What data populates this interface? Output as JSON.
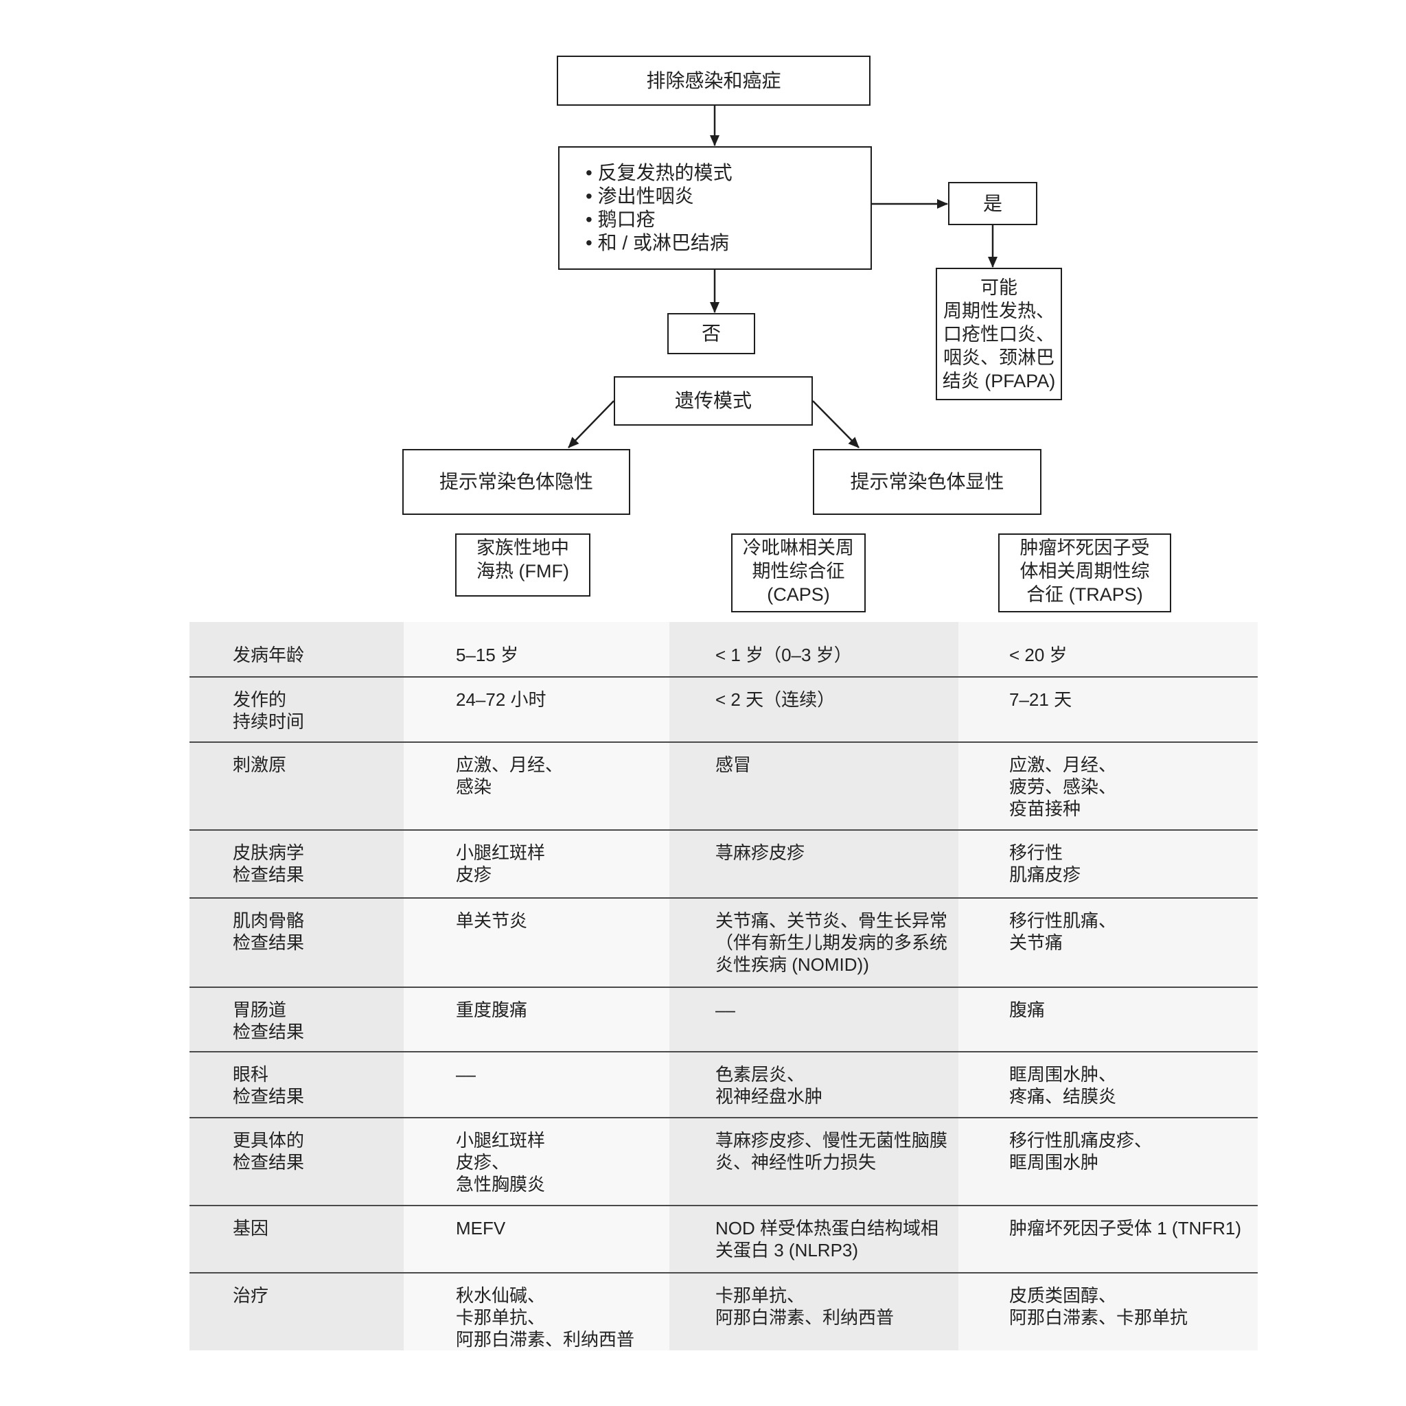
{
  "flowchart": {
    "exclude": "排除感染和癌症",
    "criteria": [
      "• 反复发热的模式",
      "• 渗出性咽炎",
      "• 鹅口疮",
      "• 和 / 或淋巴结病"
    ],
    "yes": "是",
    "pfapa": [
      "可能",
      "周期性发热、",
      "口疮性口炎、",
      "咽炎、颈淋巴",
      "结炎 (PFAPA)"
    ],
    "no": "否",
    "inheritance": "遗传模式",
    "recessive": "提示常染色体隐性",
    "dominant": "提示常染色体显性",
    "fmf": [
      "家族性地中",
      "海热 (FMF)"
    ],
    "caps": [
      "冷吡啉相关周",
      "期性综合征",
      "(CAPS)"
    ],
    "traps": [
      "肿瘤坏死因子受",
      "体相关周期性综",
      "合征 (TRAPS)"
    ]
  },
  "table": {
    "rows": [
      {
        "label": "发病年龄",
        "fmf": "5–15 岁",
        "caps": "< 1 岁（0–3 岁）",
        "traps": "< 20 岁"
      },
      {
        "label": "发作的\n持续时间",
        "fmf": "24–72 小时",
        "caps": "< 2 天（连续）",
        "traps": "7–21 天"
      },
      {
        "label": "刺激原",
        "fmf": "应激、月经、\n感染",
        "caps": "感冒",
        "traps": "应激、月经、\n疲劳、感染、\n疫苗接种"
      },
      {
        "label": "皮肤病学\n检查结果",
        "fmf": "小腿红斑样\n皮疹",
        "caps": "荨麻疹皮疹",
        "traps": "移行性\n肌痛皮疹"
      },
      {
        "label": "肌肉骨骼\n检查结果",
        "fmf": "单关节炎",
        "caps": "关节痛、关节炎、骨生长异常\n（伴有新生儿期发病的多系统\n炎性疾病 (NOMID))",
        "traps": "移行性肌痛、\n关节痛"
      },
      {
        "label": "胃肠道\n检查结果",
        "fmf": "重度腹痛",
        "caps": "––",
        "traps": "腹痛"
      },
      {
        "label": "眼科\n检查结果",
        "fmf": "––",
        "caps": "色素层炎、\n视神经盘水肿",
        "traps": "眶周围水肿、\n疼痛、结膜炎"
      },
      {
        "label": "更具体的\n检查结果",
        "fmf": "小腿红斑样\n皮疹、\n急性胸膜炎",
        "caps": "荨麻疹皮疹、慢性无菌性脑膜\n炎、神经性听力损失",
        "traps": "移行性肌痛皮疹、\n眶周围水肿"
      },
      {
        "label": "基因",
        "fmf": "MEFV",
        "caps": "NOD 样受体热蛋白结构域相\n关蛋白 3 (NLRP3)",
        "traps": "肿瘤坏死因子受体 1 (TNFR1)"
      },
      {
        "label": "治疗",
        "fmf": "秋水仙碱、\n卡那单抗、\n阿那白滞素、利纳西普",
        "caps": "卡那单抗、\n阿那白滞素、利纳西普",
        "traps": "皮质类固醇、\n阿那白滞素、卡那单抗"
      }
    ]
  }
}
